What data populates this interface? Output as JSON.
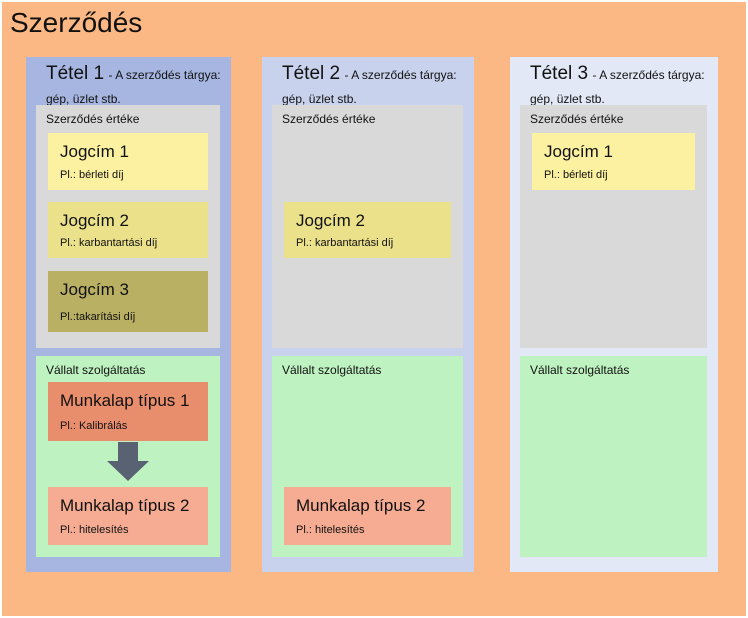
{
  "title": "Szerződés",
  "colors": {
    "background": "#FBB884",
    "column_1": "#A6B6E1",
    "column_2": "#C8D2EC",
    "column_3": "#E2E8F5",
    "value_panel": "#D9D9D9",
    "service_panel": "#BFF2C1",
    "jogcim_1": "#FCF0A1",
    "jogcim_2": "#EBE18B",
    "jogcim_3": "#B9B064",
    "munkalap_1": "#E98E6D",
    "munkalap_2": "#F5AC93",
    "arrow": "#596273"
  },
  "columns": [
    {
      "name": "Tétel 1",
      "subtitle": "- A szerződés tárgya: gép, üzlet stb.",
      "value_section": {
        "label": "Szerződés értéke",
        "items": [
          {
            "title": "Jogcím 1",
            "example": "Pl.: bérleti díj"
          },
          {
            "title": "Jogcím 2",
            "example": "Pl.: karbantartási díj"
          },
          {
            "title": "Jogcím 3",
            "example": "Pl.:takarítási díj"
          }
        ]
      },
      "service_section": {
        "label": "Vállalt szolgáltatás",
        "items": [
          {
            "title": "Munkalap típus 1",
            "example": "Pl.: Kalibrálás"
          },
          {
            "title": "Munkalap típus 2",
            "example": "Pl.: hitelesítés"
          }
        ],
        "arrow_icon": "down-arrow-icon"
      }
    },
    {
      "name": "Tétel 2",
      "subtitle": "- A szerződés tárgya: gép, üzlet stb.",
      "value_section": {
        "label": "Szerződés értéke",
        "items": [
          {
            "title": "Jogcím 2",
            "example": "Pl.: karbantartási díj"
          }
        ]
      },
      "service_section": {
        "label": "Vállalt szolgáltatás",
        "items": [
          {
            "title": "Munkalap típus 2",
            "example": "Pl.: hitelesítés"
          }
        ]
      }
    },
    {
      "name": "Tétel 3",
      "subtitle": "- A szerződés tárgya: gép, üzlet stb.",
      "value_section": {
        "label": "Szerződés értéke",
        "items": [
          {
            "title": "Jogcím 1",
            "example": "Pl.: bérleti díj"
          }
        ]
      },
      "service_section": {
        "label": "Vállalt szolgáltatás",
        "items": []
      }
    }
  ]
}
